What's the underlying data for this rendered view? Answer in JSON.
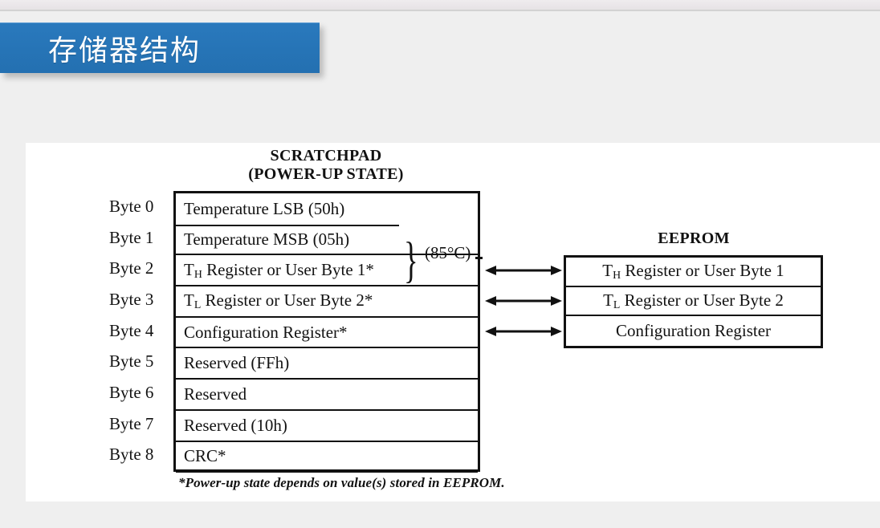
{
  "slide": {
    "title": "存储器结构",
    "banner_color": "#2674b6",
    "background_color": "#efefef",
    "card_color": "#ffffff"
  },
  "figure": {
    "scratchpad": {
      "header_line1": "SCRATCHPAD",
      "header_line2": "(POWER-UP STATE)",
      "byte_tags": [
        "Byte 0",
        "Byte 1",
        "Byte 2",
        "Byte 3",
        "Byte 4",
        "Byte 5",
        "Byte 6",
        "Byte 7",
        "Byte 8"
      ],
      "rows": [
        "Temperature LSB (50h)",
        "Temperature MSB (05h)",
        "Register or User Byte 1*",
        "Register or User Byte 2*",
        "Configuration Register*",
        "Reserved (FFh)",
        "Reserved",
        "Reserved (10h)",
        "CRC*"
      ],
      "row2_prefix": "T",
      "row2_sub": "H",
      "row3_prefix": "T",
      "row3_sub": "L",
      "brace_glyph": "}",
      "temperature_annotation": "(85°C)"
    },
    "eeprom": {
      "header": "EEPROM",
      "rows": [
        "Register or User Byte 1",
        "Register or User Byte 2",
        "Configuration Register"
      ],
      "row1_prefix": "T",
      "row1_sub": "H",
      "row2_prefix": "T",
      "row2_sub": "L"
    },
    "arrows_count": 3,
    "footnote": "*Power-up state depends on value(s) stored in EEPROM."
  }
}
